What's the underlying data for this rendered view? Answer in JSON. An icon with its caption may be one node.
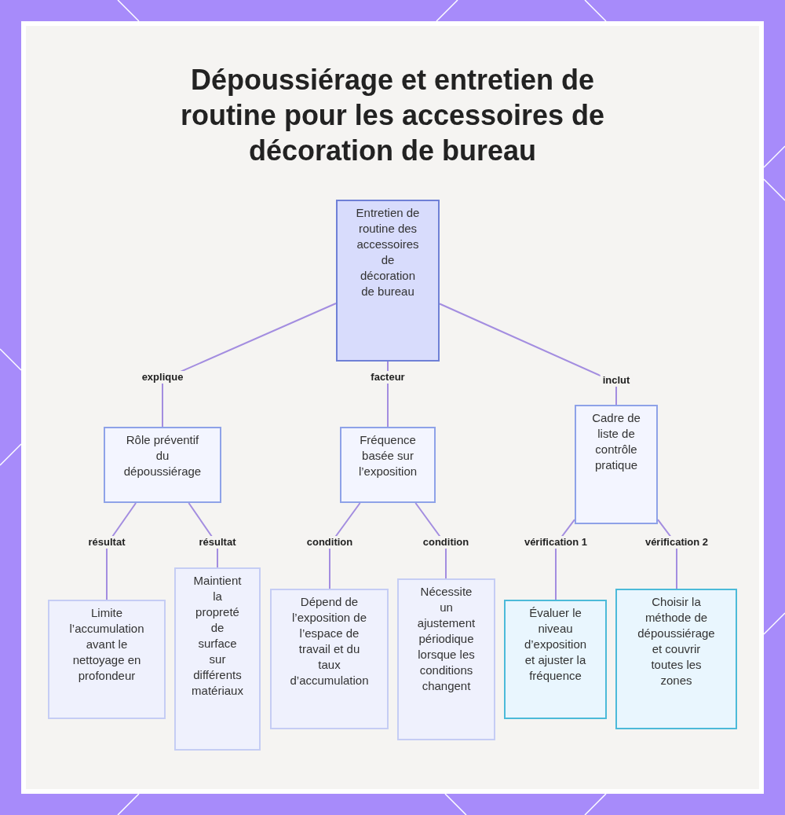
{
  "diagram": {
    "title": "Dépoussiérage et entretien de routine pour les accessoires de décoration de bureau",
    "nodes": [
      {
        "text": [
          "Entretien de routine des accessoires de décoration de bureau"
        ]
      },
      {
        "text": [
          "Rôle préventif du dépoussiérage"
        ]
      },
      {
        "text": [
          "Fréquence basée sur l’exposition"
        ]
      },
      {
        "text": [
          "Cadre de liste de contrôle pratique"
        ]
      },
      {
        "text": [
          "Limite l’accumulation avant le nettoyage en profondeur"
        ]
      },
      {
        "text": [
          "Maintient la propreté de surface sur différents matériaux"
        ]
      },
      {
        "text": [
          "Dépend de l’exposition de l’espace de travail et du taux d’accumulation"
        ]
      },
      {
        "text": [
          "Nécessite un ajustement périodique lorsque les conditions changent"
        ]
      },
      {
        "text": [
          "Évaluer le niveau d’exposition et ajuster la fréquence"
        ]
      },
      {
        "text": [
          "Choisir la méthode de dépoussiérage et couvrir toutes les zones"
        ]
      }
    ],
    "edges": [
      {
        "from": 0,
        "to": 1,
        "arrow": "none",
        "label": "explique"
      },
      {
        "from": 0,
        "to": 2,
        "arrow": "none",
        "label": "facteur"
      },
      {
        "from": 0,
        "to": 3,
        "arrow": "none",
        "label": "inclut"
      },
      {
        "from": 1,
        "to": 4,
        "arrow": "none",
        "label": "résultat"
      },
      {
        "from": 1,
        "to": 5,
        "arrow": "none",
        "label": "résultat"
      },
      {
        "from": 2,
        "to": 6,
        "arrow": "none",
        "label": "condition"
      },
      {
        "from": 2,
        "to": 7,
        "arrow": "none",
        "label": "condition"
      },
      {
        "from": 3,
        "to": 8,
        "arrow": "none",
        "label": "vérification 1"
      },
      {
        "from": 3,
        "to": 9,
        "arrow": "none",
        "label": "vérification 2"
      }
    ]
  }
}
